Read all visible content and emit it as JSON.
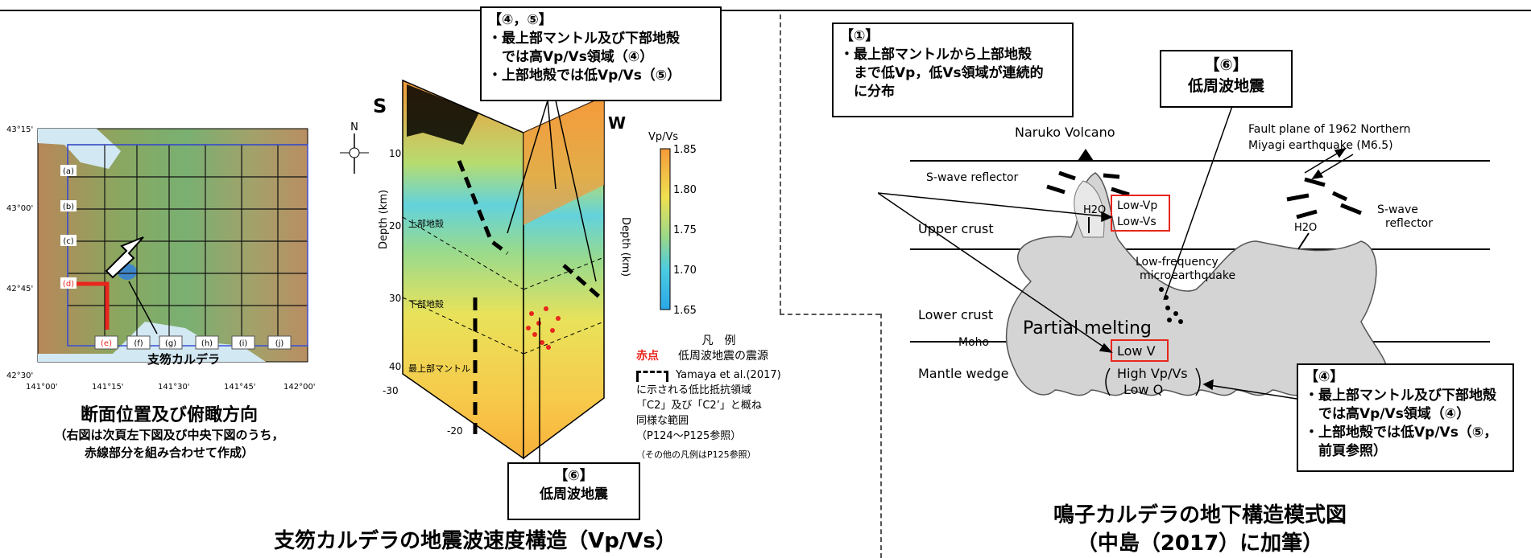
{
  "map": {
    "lat_ticks": [
      "43°15'",
      "43°00'",
      "42°45'",
      "42°30'"
    ],
    "lon_ticks": [
      "141°00'",
      "141°15'",
      "141°30'",
      "141°45'",
      "142°00'"
    ],
    "row_labels": [
      "(a)",
      "(b)",
      "(c)",
      "(d)"
    ],
    "col_labels": [
      "(e)",
      "(f)",
      "(g)",
      "(h)",
      "(i)",
      "(j)"
    ],
    "caldera_label": "支笏カルデラ",
    "north": "N",
    "caption": "断面位置及び俯瞰方向",
    "caption_note_1": "（右図は次頁左下図及び中央下図のうち，",
    "caption_note_2": "赤線部分を組み合わせて作成）"
  },
  "section": {
    "left_corner": "S",
    "right_corner": "W",
    "depth_label_left": "Depth (km)",
    "depth_label_right": "Depth (km)",
    "depth_ticks": [
      "10",
      "20",
      "30",
      "40"
    ],
    "layer_upper_crust": "上部地殻",
    "layer_lower_crust": "下部地殻",
    "layer_mantle": "最上部マントル",
    "bottom_ticks_left": [
      "-30",
      "-20"
    ],
    "colorbar_title": "Vp/Vs",
    "colorbar_ticks": [
      "1.85",
      "1.80",
      "1.75",
      "1.70",
      "1.65"
    ],
    "box45_title": "【④，⑤】",
    "box45_line1": "・最上部マントル及び下部地殻",
    "box45_line2": "　では高Vp/Vs領域（④）",
    "box45_line3": "・上部地殻では低Vp/Vs（⑤）",
    "box6_title": "【⑥】",
    "box6_text": "低周波地震",
    "legend_title": "凡　例",
    "legend_red_key": "赤点",
    "legend_red_text": "低周波地震の震源",
    "legend_dash_1": "Yamaya et al.(2017)",
    "legend_dash_2": "に示される低比抵抗領域",
    "legend_dash_3": "「C2」及び「C2’」と概ね",
    "legend_dash_4": "同様な範囲",
    "legend_dash_5": "（P124～P125参照）",
    "legend_other": "（その他の凡例はP125参照）",
    "caption": "支笏カルデラの地震波速度構造（Vp/Vs）"
  },
  "model": {
    "box1_title": "【①】",
    "box1_line1": "・最上部マントルから上部地殻",
    "box1_line2": "　まで低Vp，低Vs領域が連続的",
    "box1_line3": "　に分布",
    "box6_title": "【⑥】",
    "box6_text": "低周波地震",
    "volcano": "Naruko Volcano",
    "fault_1": "Fault plane of 1962 Northern",
    "fault_2": "Miyagi earthquake (M6.5)",
    "s_reflector": "S-wave reflector",
    "s_wave": "S-wave",
    "reflector": "reflector",
    "upper_crust": "Upper crust",
    "lower_crust": "Lower crust",
    "moho": "Moho",
    "mantle_wedge": "Mantle wedge",
    "h2o": "H2O",
    "low_vp": "Low-Vp",
    "low_vs": "Low-Vs",
    "lf_1": "Low-frequency",
    "lf_2": "microearthquake",
    "partial_melting": "Partial melting",
    "low_v": "Low V",
    "high_vpvs": "High Vp/Vs",
    "low_q": "Low Q",
    "box4_title": "【④】",
    "box4_line1": "・最上部マントル及び下部地殻",
    "box4_line2": "　では高Vp/Vs領域（④）",
    "box4_line3": "・上部地殻では低Vp/Vs（⑤，",
    "box4_line4": "　前頁参照）",
    "caption_1": "鳴子カルデラの地下構造模式図",
    "caption_2": "（中島（2017）に加筆）"
  },
  "colors": {
    "red": "#e8261d",
    "blue_outline": "#3a4fd8",
    "melt_fill": "#d4d4d4"
  }
}
